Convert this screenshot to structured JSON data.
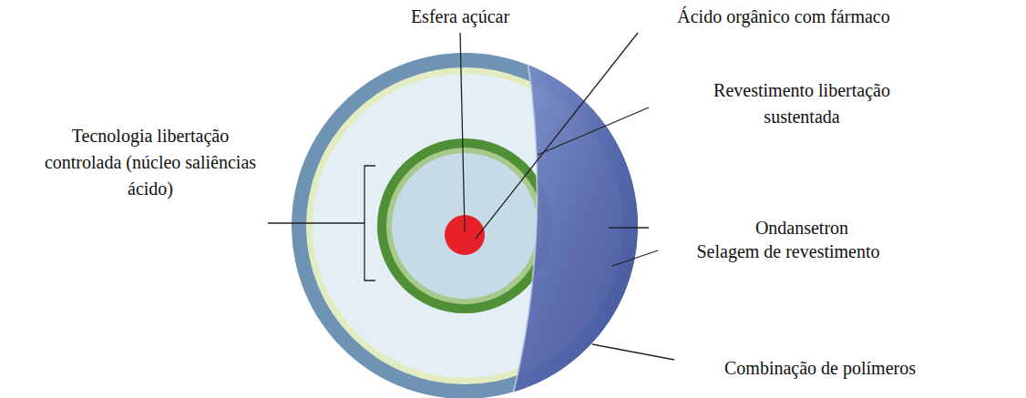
{
  "diagram": {
    "labels": [
      "Esfera açúcar",
      "Ácido orgânico com fármaco",
      "Tecnologia libertação controlada (núcleo saliências ácido)",
      "Revestimento libertação sustentada",
      "Ondansetron",
      "Selagem de revestimento",
      "Combinação de polímeros"
    ]
  }
}
